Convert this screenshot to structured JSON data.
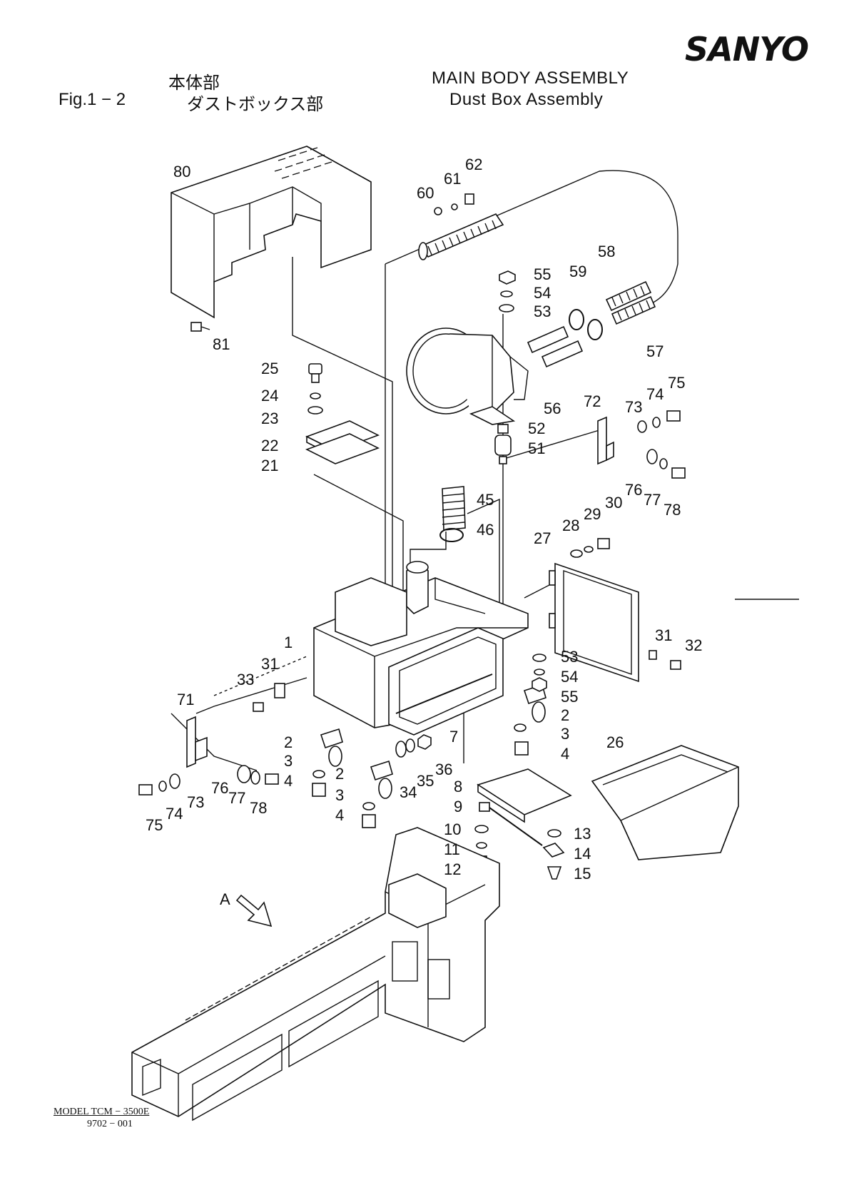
{
  "header": {
    "brand": "SANYO",
    "title_jp_line1": "本体部",
    "fig_number": "Fig.1 − 2",
    "title_jp_line2": "ダストボックス部",
    "title_en_line1": "MAIN  BODY  ASSEMBLY",
    "title_en_line2": "Dust  Box  Assembly"
  },
  "footer": {
    "model": "MODEL  TCM − 3500E",
    "code": "9702 − 001"
  },
  "diagram": {
    "arrow_label": "A",
    "callouts": [
      {
        "id": "c80",
        "label": "80"
      },
      {
        "id": "c81",
        "label": "81"
      },
      {
        "id": "c60",
        "label": "60"
      },
      {
        "id": "c61",
        "label": "61"
      },
      {
        "id": "c62",
        "label": "62"
      },
      {
        "id": "c55a",
        "label": "55"
      },
      {
        "id": "c54a",
        "label": "54"
      },
      {
        "id": "c53a",
        "label": "53"
      },
      {
        "id": "c59",
        "label": "59"
      },
      {
        "id": "c58",
        "label": "58"
      },
      {
        "id": "c57",
        "label": "57"
      },
      {
        "id": "c56",
        "label": "56"
      },
      {
        "id": "c52",
        "label": "52"
      },
      {
        "id": "c51",
        "label": "51"
      },
      {
        "id": "c25",
        "label": "25"
      },
      {
        "id": "c24",
        "label": "24"
      },
      {
        "id": "c23",
        "label": "23"
      },
      {
        "id": "c22",
        "label": "22"
      },
      {
        "id": "c21",
        "label": "21"
      },
      {
        "id": "c72",
        "label": "72"
      },
      {
        "id": "c73a",
        "label": "73"
      },
      {
        "id": "c74a",
        "label": "74"
      },
      {
        "id": "c75a",
        "label": "75"
      },
      {
        "id": "c76a",
        "label": "76"
      },
      {
        "id": "c77a",
        "label": "77"
      },
      {
        "id": "c78a",
        "label": "78"
      },
      {
        "id": "c45",
        "label": "45"
      },
      {
        "id": "c46",
        "label": "46"
      },
      {
        "id": "c27",
        "label": "27"
      },
      {
        "id": "c28",
        "label": "28"
      },
      {
        "id": "c29",
        "label": "29"
      },
      {
        "id": "c30",
        "label": "30"
      },
      {
        "id": "c1",
        "label": "1"
      },
      {
        "id": "c31a",
        "label": "31"
      },
      {
        "id": "c33",
        "label": "33"
      },
      {
        "id": "c31b",
        "label": "31"
      },
      {
        "id": "c32",
        "label": "32"
      },
      {
        "id": "c53b",
        "label": "53"
      },
      {
        "id": "c54b",
        "label": "54"
      },
      {
        "id": "c55b",
        "label": "55"
      },
      {
        "id": "c2a",
        "label": "2"
      },
      {
        "id": "c3a",
        "label": "3"
      },
      {
        "id": "c4a",
        "label": "4"
      },
      {
        "id": "c7",
        "label": "7"
      },
      {
        "id": "c71",
        "label": "71"
      },
      {
        "id": "c2b",
        "label": "2"
      },
      {
        "id": "c3b",
        "label": "3"
      },
      {
        "id": "c4b",
        "label": "4"
      },
      {
        "id": "c2c",
        "label": "2"
      },
      {
        "id": "c3c",
        "label": "3"
      },
      {
        "id": "c4c",
        "label": "4"
      },
      {
        "id": "c34",
        "label": "34"
      },
      {
        "id": "c35",
        "label": "35"
      },
      {
        "id": "c36",
        "label": "36"
      },
      {
        "id": "c26",
        "label": "26"
      },
      {
        "id": "c8",
        "label": "8"
      },
      {
        "id": "c9",
        "label": "9"
      },
      {
        "id": "c10",
        "label": "10"
      },
      {
        "id": "c11",
        "label": "11"
      },
      {
        "id": "c12",
        "label": "12"
      },
      {
        "id": "c13",
        "label": "13"
      },
      {
        "id": "c14",
        "label": "14"
      },
      {
        "id": "c15",
        "label": "15"
      },
      {
        "id": "c75b",
        "label": "75"
      },
      {
        "id": "c74b",
        "label": "74"
      },
      {
        "id": "c73b",
        "label": "73"
      },
      {
        "id": "c76b",
        "label": "76"
      },
      {
        "id": "c77b",
        "label": "77"
      },
      {
        "id": "c78b",
        "label": "78"
      }
    ]
  }
}
